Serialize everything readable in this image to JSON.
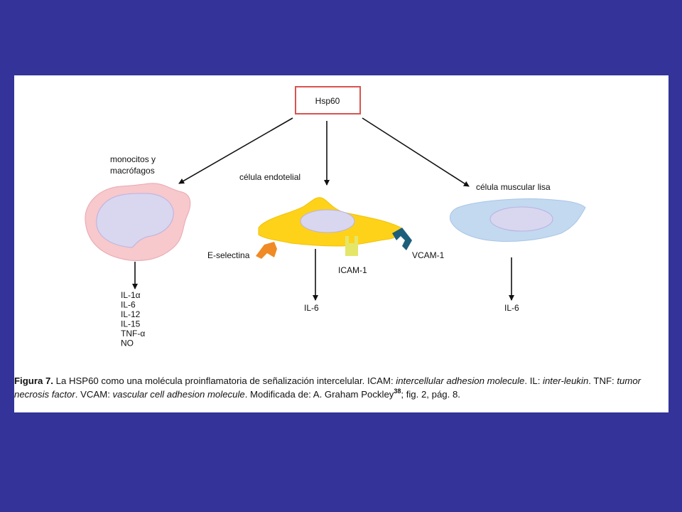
{
  "diagram": {
    "root": "Hsp60",
    "monocytes": {
      "title_line1": "monocitos y",
      "title_line2": "macrófagos",
      "outputs": [
        "IL-1α",
        "IL-6",
        "IL-12",
        "IL-15",
        "TNF-α",
        "NO"
      ]
    },
    "endothelial": {
      "title": "célula endotelial",
      "receptors": [
        "E-selectina",
        "ICAM-1",
        "VCAM-1"
      ],
      "output": "IL-6"
    },
    "smooth_muscle": {
      "title": "célula muscular lisa",
      "output": "IL-6"
    },
    "colors": {
      "background": "#333399",
      "root_border": "#d9534f",
      "monocyte_fill": "#f7c8cc",
      "endothelial_fill": "#ffd21a",
      "smooth_muscle_fill": "#c2d9f0",
      "nucleus_fill": "#d9d6f0",
      "e_selectin": "#f08a24",
      "icam": "#e4e66a",
      "vcam": "#1d5f7a"
    }
  },
  "caption": {
    "label": "Figura 7.",
    "t1": " La HSP60 como una molécula proinflamatoria de señalización intercelular. ICAM: ",
    "i1": "intercellular adhesion molecule",
    "t2": ". IL: ",
    "i2": "inter-leukin",
    "t3": ". TNF: ",
    "i3": "tumor necrosis factor",
    "t4": ". VCAM: ",
    "i4": "vascular cell adhesion molecule",
    "t5": ". Modificada de: A. Graham Pockley",
    "ref": "38",
    "t6": "; fig. 2, pág. 8."
  }
}
